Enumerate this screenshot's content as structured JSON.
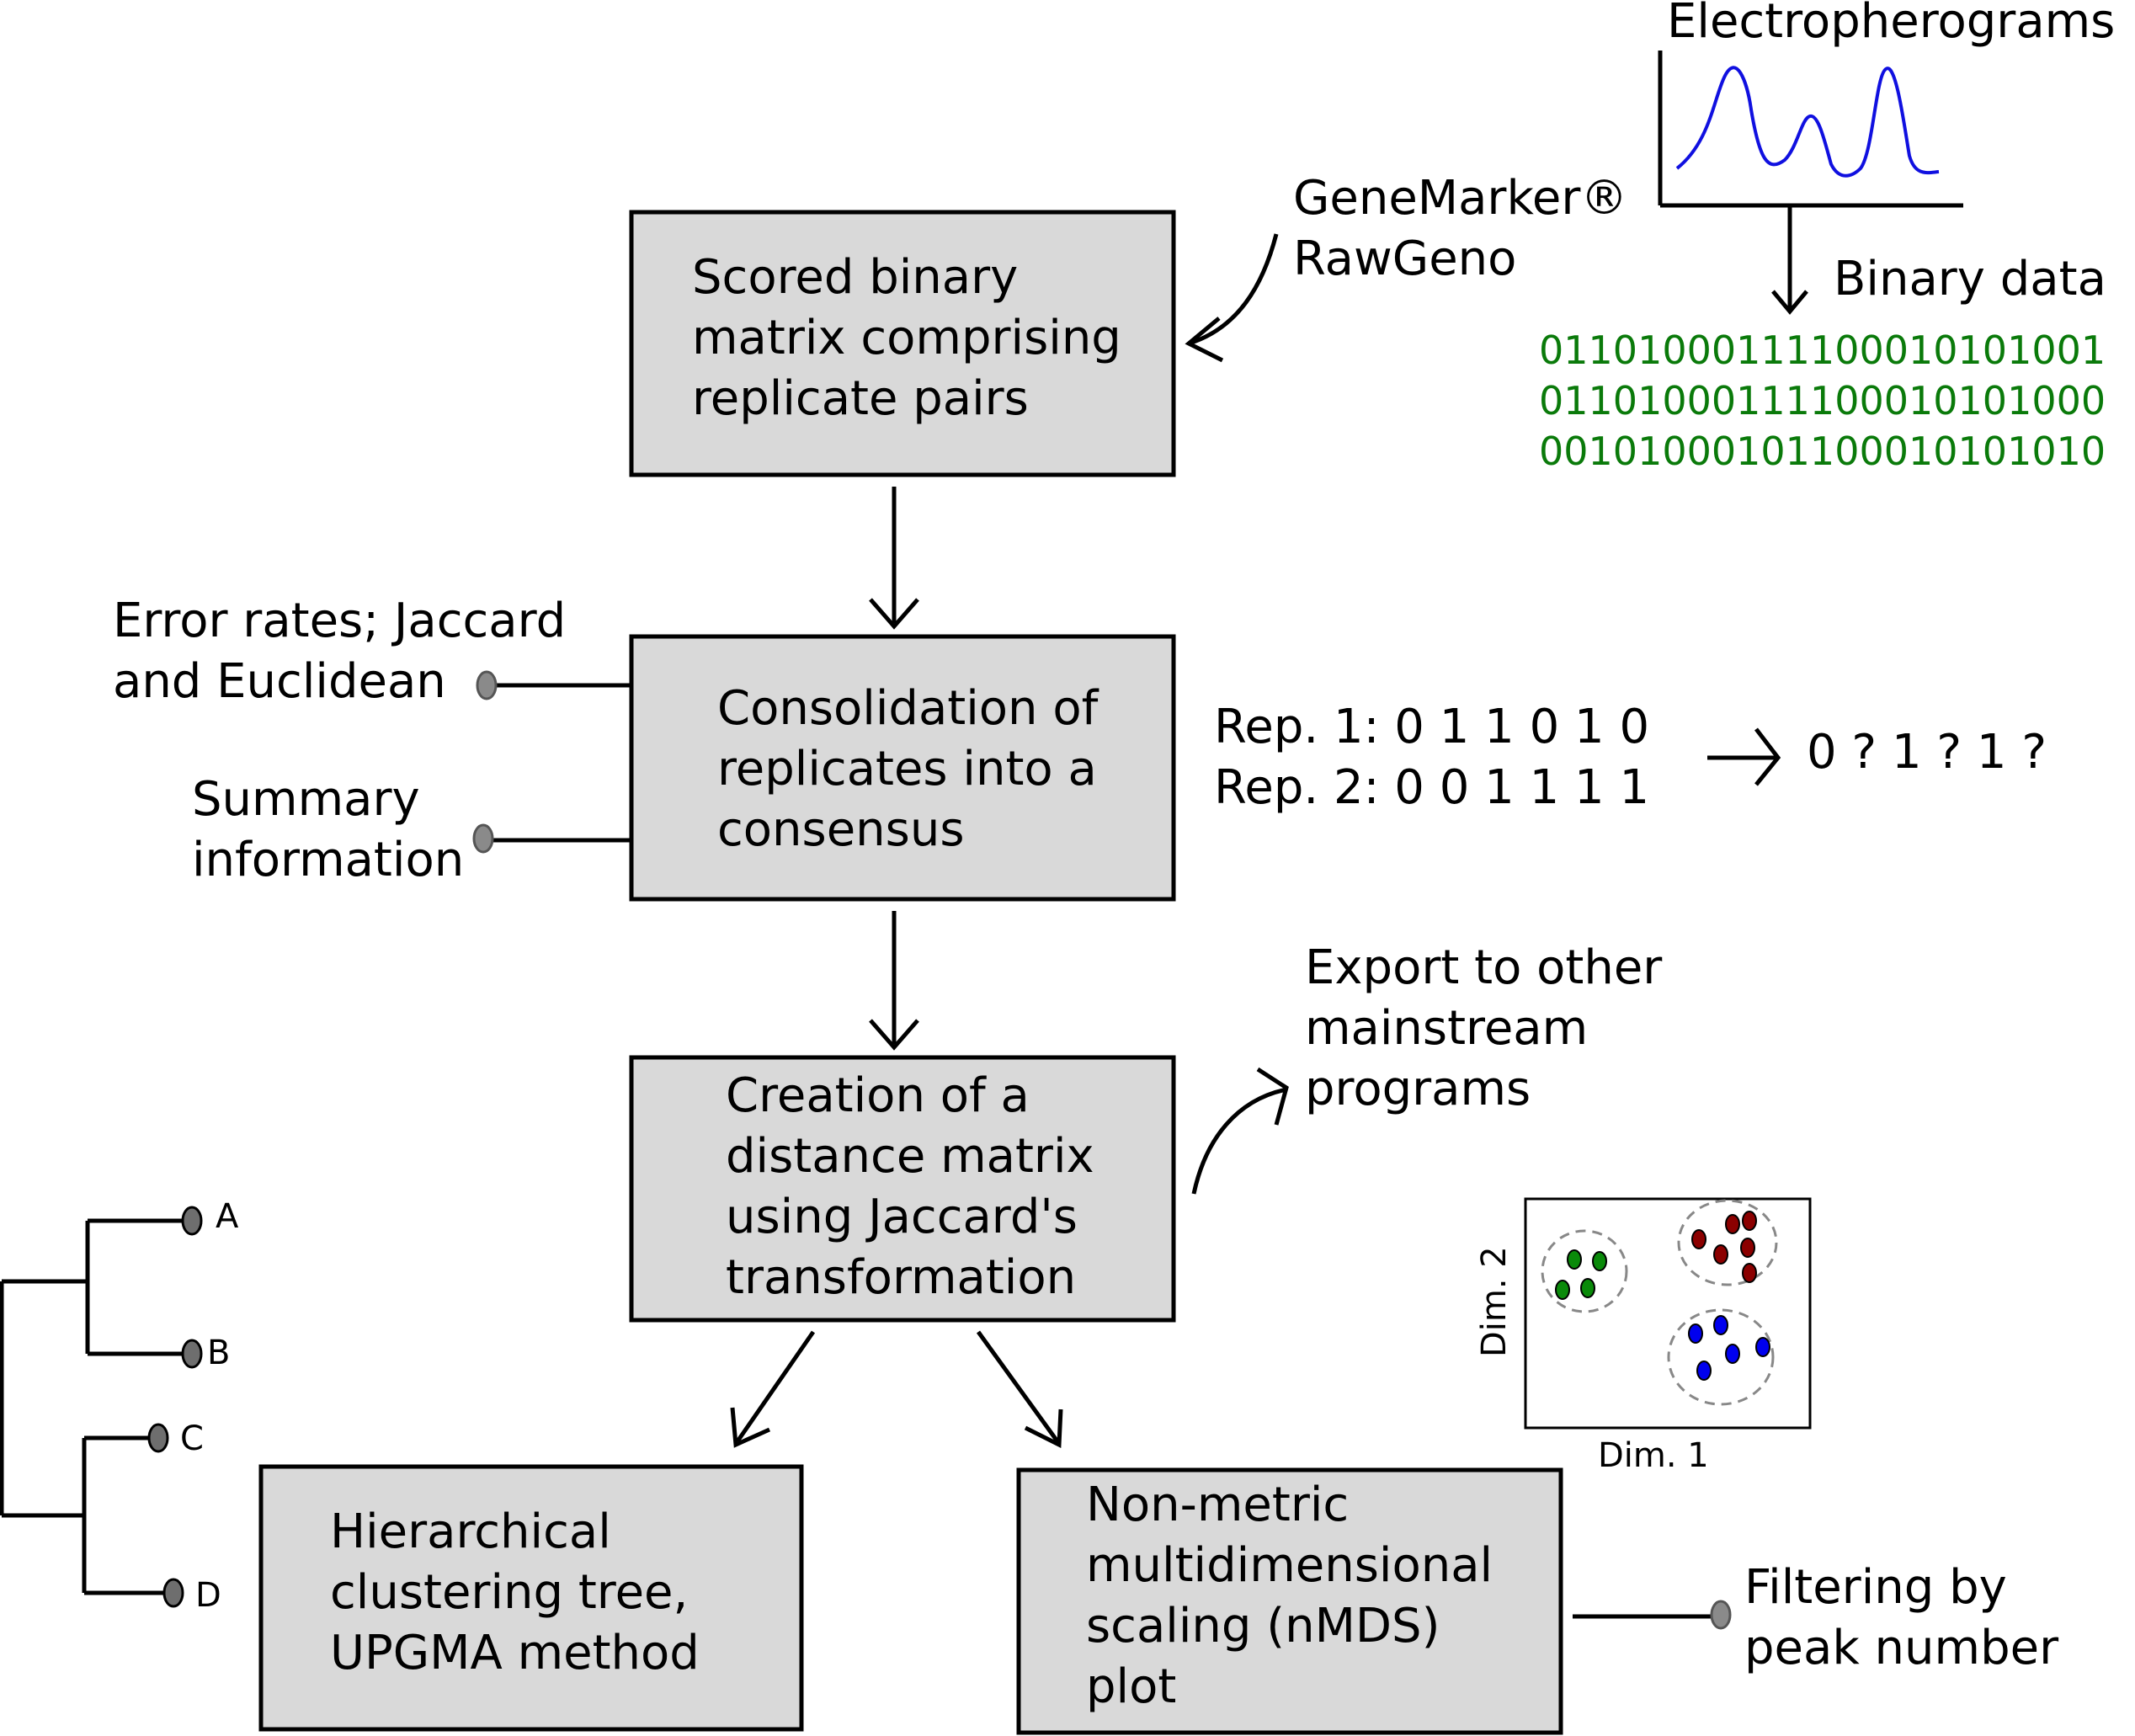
{
  "boxes": {
    "scored": [
      "Scored binary",
      "matrix comprising",
      "replicate pairs"
    ],
    "consolidation": [
      "Consolidation of",
      "replicates into a",
      "consensus"
    ],
    "distance": [
      "Creation of a",
      "distance matrix",
      "using Jaccard's",
      "transformation"
    ],
    "hierarchical": [
      "Hierarchical",
      "clustering tree,",
      "UPGMA method"
    ],
    "nmds": [
      "Non-metric",
      "multidimensional",
      "scaling (nMDS)",
      "plot"
    ]
  },
  "labels": {
    "electropherograms": "Electropherograms",
    "software": [
      "GeneMarker®",
      "RawGeno"
    ],
    "binary_data": "Binary data",
    "binary_rows": [
      "01101000111100010101001",
      "01101000111100010101000",
      "00101000101100010101010"
    ],
    "error_rates": [
      "Error rates; Jaccard",
      "and Euclidean"
    ],
    "summary": [
      "Summary",
      "information"
    ],
    "rep1": "Rep. 1: 0 1 1 0 1 0",
    "rep2": "Rep. 2: 0 0 1 1 1 1",
    "consensus": "0 ? 1 ? 1 ?",
    "export": [
      "Export to other",
      "mainstream",
      "programs"
    ],
    "filtering": [
      "Filtering by",
      "peak number"
    ],
    "dim1": "Dim. 1",
    "dim2": "Dim. 2",
    "tree_leaves": [
      "A",
      "B",
      "C",
      "D"
    ]
  },
  "colors": {
    "box_fill": "#d9d9d9",
    "curve": "#1010e0",
    "binary_text": "#0a7a0a",
    "cluster_green": "#0a8a0a",
    "cluster_red": "#8b0000",
    "cluster_blue": "#0000ee",
    "node": "#6e6e6e",
    "bullet": "#8a8a8a"
  }
}
